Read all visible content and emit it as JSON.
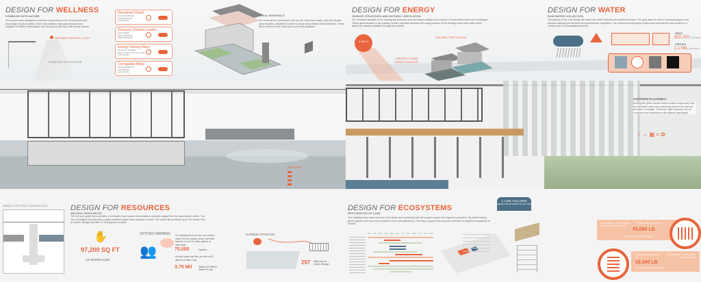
{
  "wellness": {
    "title_a": "DESIGN FOR ",
    "title_b": "WELLNESS",
    "subtitle": "SYMBIOSE WITH NATURE",
    "text": "The hostels were designed to promote connections to the environment and encourage physical activity. Each unit contains large glass facades and skylights to initiate relationships with the ground and sky, while being indoors.",
    "label_light": "MAXIMIZE NATURAL LIGHT",
    "label_nature": "SYMBIOSE WITH NATURE"
  },
  "materials": [
    {
      "name": "Reclaimed Wood",
      "items": [
        "Recycled Material",
        "Natural Material",
        "Cost Saving"
      ]
    },
    {
      "name": "Pressure Treated Lumber",
      "items": [
        "Light Weight",
        "Natural Material",
        "Water Resistant"
      ]
    },
    {
      "name": "Energy Saving Glass",
      "items": [
        "Increased Insulation",
        "Saves Large Amounts of CO2",
        "Cost Saving"
      ]
    },
    {
      "name": "Corrugated Metal",
      "items": [
        "Recycled Material",
        "Light Weight",
        "Cost Saving"
      ]
    }
  ],
  "local_materials": {
    "title": "LOCAL MATERIALS",
    "text": "The units will be constructed with pre-fab stick frame walls, while the facade used recycled, weathered lumber to avoid using treated with chemicals. These will be sourced from local wood and metal suppliers."
  },
  "energy": {
    "title_a": "DESIGN FOR ",
    "title_b": "ENERGY",
    "subtitle": "PASSIVE STRATEGIES AND NATURAL VENTILATION",
    "text": "The Southern facades of the building are protected from the harsh sunlight by a network of horizontal louvers and overhangs. These glass facades in the building contain operable windows and many portions of the building have lower walls which allows for natural ventilation through the hostels.",
    "label_vent": "NATURAL VENTILATION",
    "label_protect": "PROTECT FROM HARSH SUNLIGHT",
    "sun_badge": "4,380 H"
  },
  "water": {
    "title_a": "DESIGN FOR ",
    "title_b": "WATER",
    "subtitle": "RAIN WATER COLLECTION",
    "text": "The pitches of the roof directs rain water into water features and catchment basin. The grey water is used in communal space and towards watering the farmland and greenhouse vegetation. The communal living space (bathrooms and kitchen) are located in a central zone to consolidated services.",
    "need_label": "NEED",
    "need_value": "832,200",
    "serves_label": "SERVES",
    "serves_value": "1.1 MIL",
    "unit": "GAL/YEAR",
    "northern_title": "NORTHERN PLACEMENT",
    "northern_text": "Placing the green houses North locates crops away from the salt water while also protecting plants from extreme amounts of sunlight. Therefore, light exposure can be controlled and maintained with artificial plant lights."
  },
  "section": {
    "fish_farm": "Fish Farm"
  },
  "deck": {
    "title": "MINIMAL FOOT PRINT ELEVATED DECK"
  },
  "resources": {
    "title_a": "DESIGN FOR ",
    "title_b": "RESOURCES",
    "subtitle": "NATURAL RESOURCES",
    "text": "The fish and oyster farm provides a renewable food source that creates a constant supply from the aqua culture center. The use of dredged soil promotes a stable habitat to allow these species to thrive. The marsh life produces up to 297 metric tons of carbon storage and filter 3.75mil gallons of water.",
    "marsh_value": "97,200 SQ FT",
    "marsh_label": "OF MARSH Land",
    "oyster_title": "OYSTER FARMING",
    "oyster_text": "It is estimated that one acre can produce nearly 750,000 oysters, which could filter between 15 and 40 million gallons of water daily.",
    "oysters_value": "75,000",
    "oysters_label": "Oysters",
    "adult_text": "An adult oyster can filter as much as 50 gallons of water a day",
    "filter_value": "3.75 Mil",
    "filter_label": "Gallons Of Filtered Water Per Day",
    "carbon_title": "CARBON STORAGE",
    "carbon_value": "297",
    "carbon_label": "Metric tons of Carbon Storage"
  },
  "ecosystems": {
    "title_a": "DESIGN FOR ",
    "title_b": "ECOSYSTEMS",
    "subtitle": "RESTORATION OF LAND",
    "text": "This building helps users become more aware and connected with the project's place and regional ecosystem. By implementing green spaces from local marsh plants to form land dichotomy. This helps support and promote protection of regional ecosystems of Sunset.",
    "months": [
      "JAN",
      "FEB",
      "MAR",
      "APR",
      "MAY",
      "JUN",
      "JUL",
      "AUG",
      "SEP",
      "OCT",
      "NOV",
      "DEC"
    ],
    "gallons_value": "1.1 MIL GALLONS",
    "gallons_label": "GREEN HOUSE WATER COLLECTION"
  },
  "yields": [
    {
      "left": "AVG PERSON : 275 LB 55,000 / 275 SERVES 200 PEOPLE",
      "top": "FARM LAND 27,800 SQ FT",
      "value": "55,000 LB",
      "caption": "OF CROP YIELD PER YEAR"
    },
    {
      "left": "GREEN HOUSE 9,130 SQ FT",
      "top": "AVG PERSON : 275 LB 18,300 / 275 62 PEOPLE",
      "value": "18,300 LB",
      "caption": "OF CROP YIELD PER YEAR"
    }
  ],
  "colors": {
    "accent": "#e8643c",
    "blue": "#4a6f86"
  }
}
